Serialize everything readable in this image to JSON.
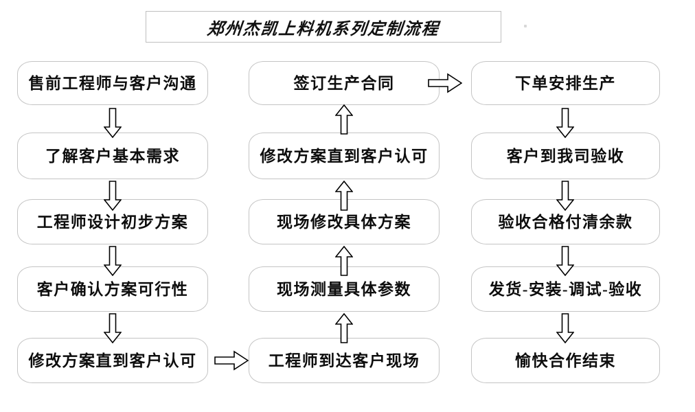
{
  "title": {
    "text": "郑州杰凯上料机系列定制流程"
  },
  "colors": {
    "box_border": "#c4c4c4",
    "title_border": "#bfbfbf",
    "text": "#0d0d0d",
    "arrow_outline": "#000000",
    "arrow_fill": "#ffffff",
    "background": "#ffffff"
  },
  "columns": {
    "left": {
      "name": "pre-sales-column",
      "nodes": [
        {
          "id": "l1",
          "label": "售前工程师与客户沟通"
        },
        {
          "id": "l2",
          "label": "了解客户基本需求"
        },
        {
          "id": "l3",
          "label": "工程师设计初步方案"
        },
        {
          "id": "l4",
          "label": "客户确认方案可行性"
        },
        {
          "id": "l5",
          "label": "修改方案直到客户认可"
        }
      ]
    },
    "middle": {
      "name": "on-site-column",
      "nodes": [
        {
          "id": "m1",
          "label": "签订生产合同"
        },
        {
          "id": "m2",
          "label": "修改方案直到客户认可"
        },
        {
          "id": "m3",
          "label": "现场修改具体方案"
        },
        {
          "id": "m4",
          "label": "现场测量具体参数"
        },
        {
          "id": "m5",
          "label": "工程师到达客户现场"
        }
      ]
    },
    "right": {
      "name": "production-column",
      "nodes": [
        {
          "id": "r1",
          "label": "下单安排生产"
        },
        {
          "id": "r2",
          "label": "客户到我司验收"
        },
        {
          "id": "r3",
          "label": "验收合格付清余款"
        },
        {
          "id": "r4",
          "label": "发货-安装-调试-验收"
        },
        {
          "id": "r5",
          "label": "愉快合作结束"
        }
      ]
    }
  },
  "connectors": [
    {
      "id": "c-l1-l2",
      "icon": "arrow-down-icon",
      "direction": "down",
      "from": "l1",
      "to": "l2"
    },
    {
      "id": "c-l2-l3",
      "icon": "arrow-down-icon",
      "direction": "down",
      "from": "l2",
      "to": "l3"
    },
    {
      "id": "c-l3-l4",
      "icon": "arrow-down-icon",
      "direction": "down",
      "from": "l3",
      "to": "l4"
    },
    {
      "id": "c-l4-l5",
      "icon": "arrow-down-icon",
      "direction": "down",
      "from": "l4",
      "to": "l5"
    },
    {
      "id": "c-l5-m5",
      "icon": "arrow-right-icon",
      "direction": "right",
      "from": "l5",
      "to": "m5"
    },
    {
      "id": "c-m5-m4",
      "icon": "arrow-up-icon",
      "direction": "up",
      "from": "m5",
      "to": "m4"
    },
    {
      "id": "c-m4-m3",
      "icon": "arrow-up-icon",
      "direction": "up",
      "from": "m4",
      "to": "m3"
    },
    {
      "id": "c-m3-m2",
      "icon": "arrow-up-icon",
      "direction": "up",
      "from": "m3",
      "to": "m2"
    },
    {
      "id": "c-m2-m1",
      "icon": "arrow-up-icon",
      "direction": "up",
      "from": "m2",
      "to": "m1"
    },
    {
      "id": "c-m1-r1",
      "icon": "arrow-right-icon",
      "direction": "right",
      "from": "m1",
      "to": "r1"
    },
    {
      "id": "c-r1-r2",
      "icon": "arrow-down-icon",
      "direction": "down",
      "from": "r1",
      "to": "r2"
    },
    {
      "id": "c-r2-r3",
      "icon": "arrow-down-icon",
      "direction": "down",
      "from": "r2",
      "to": "r3"
    },
    {
      "id": "c-r3-r4",
      "icon": "arrow-down-icon",
      "direction": "down",
      "from": "r3",
      "to": "r4"
    },
    {
      "id": "c-r4-r5",
      "icon": "arrow-down-icon",
      "direction": "down",
      "from": "r4",
      "to": "r5"
    }
  ]
}
